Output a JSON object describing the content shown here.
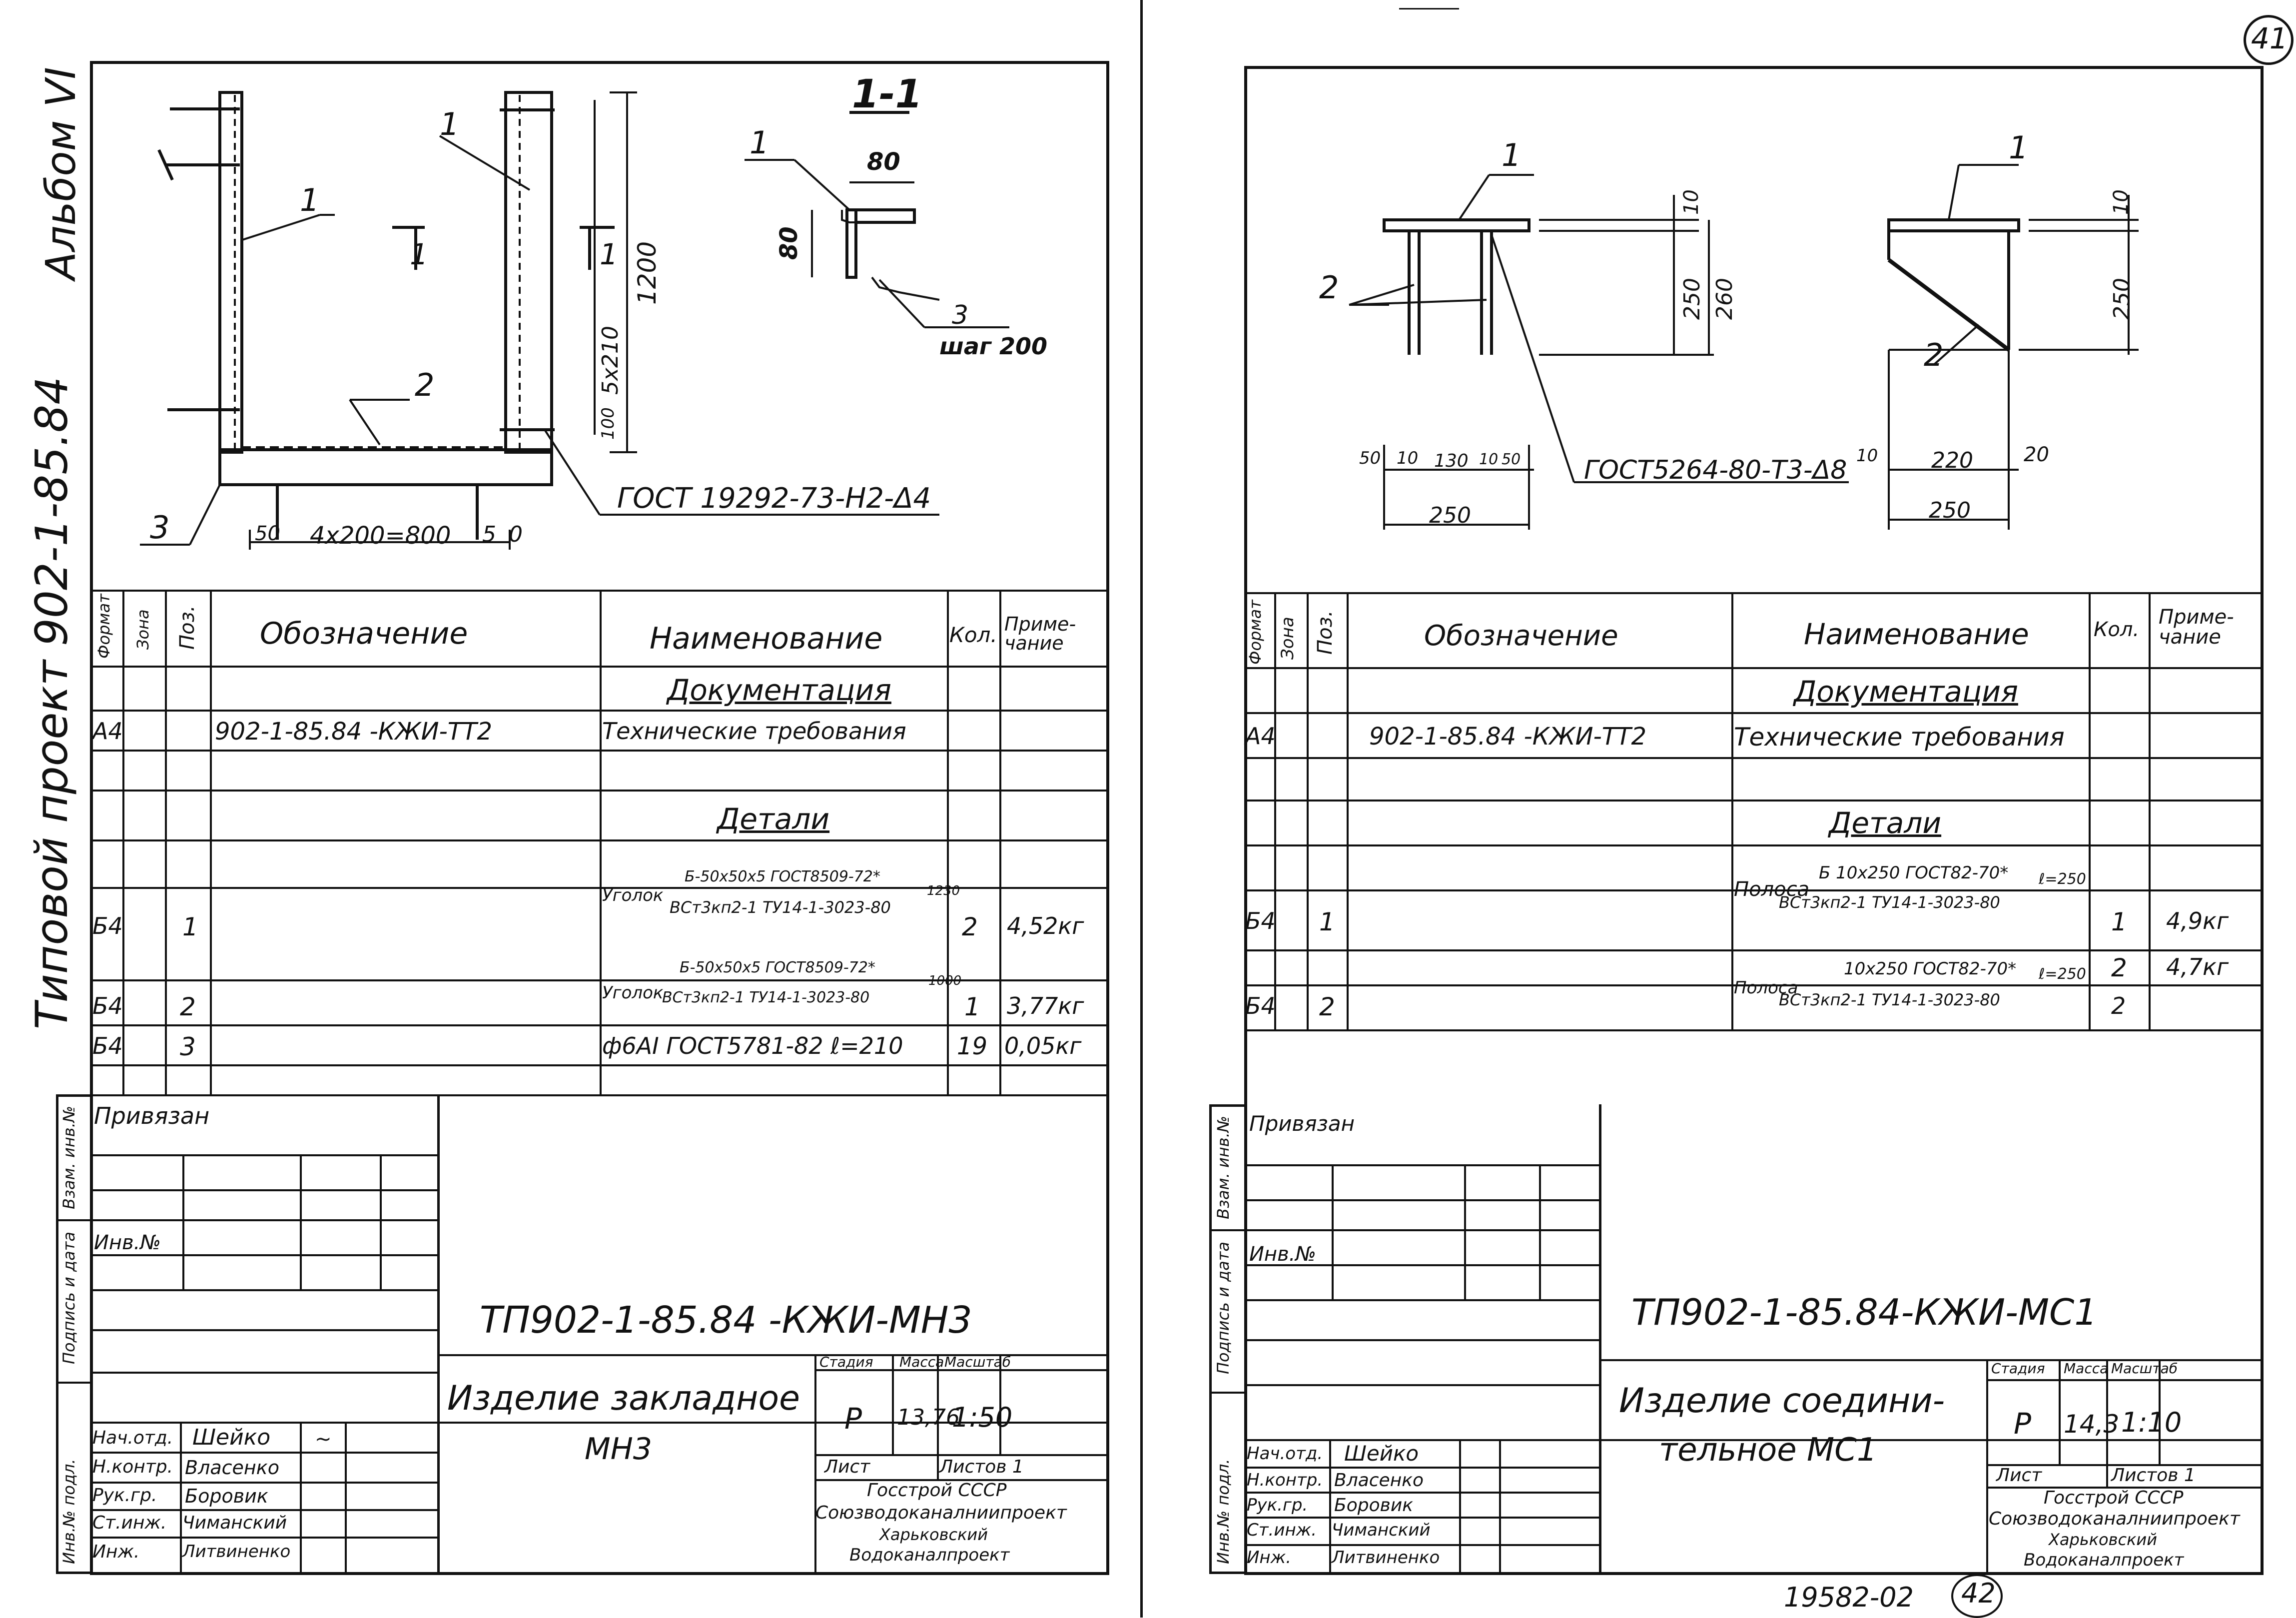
{
  "page": {
    "corner_number": "41",
    "bottom_code": "19582-02",
    "bottom_number": "42",
    "side_label_album": "Альбом VI",
    "side_label_project": "Типовой проект 902-1-85.84"
  },
  "left": {
    "drawing": {
      "section_label": "1-1",
      "labels": {
        "pos1a": "1",
        "pos1b": "1",
        "pos1c": "1",
        "pos2": "2",
        "pos3": "3",
        "pos3s": "3",
        "cut_left": "1",
        "cut_right": "1"
      },
      "dims": {
        "height_1200": "1200",
        "spacing_5x210": "5x210",
        "d100": "100",
        "bottom_50": "50",
        "bottom_run": "4x200=800",
        "bottom_5": "5",
        "bottom_0": "0",
        "sec_80w": "80",
        "sec_80h": "80",
        "step": "шаг 200"
      },
      "weld_note": "ГОСТ 19292-73-Н2-Δ4"
    },
    "spec": {
      "headers": {
        "format": "Формат",
        "zone": "Зона",
        "pos": "Поз.",
        "designation": "Обозначение",
        "name": "Наименование",
        "qty": "Кол.",
        "note": "Приме-чание"
      },
      "section_docs": "Документация",
      "section_parts": "Детали",
      "rows": [
        {
          "format": "А4",
          "designation": "902-1-85.84 -КЖИ-ТТ2",
          "name": "Технические требования"
        },
        {
          "format": "Б4",
          "pos": "1",
          "name_a": "Уголок",
          "name_b": "Б-50х50х5 ГОСТ8509-72*",
          "name_c": "ВСт3кп2-1 ТУ14-1-3023-80",
          "name_len": "1230",
          "qty": "2",
          "note": "4,52кг"
        },
        {
          "format": "Б4",
          "pos": "2",
          "name_a": "Уголок",
          "name_b": "Б-50х50х5 ГОСТ8509-72*",
          "name_c": "ВСт3кп2-1 ТУ14-1-3023-80",
          "name_len": "1000",
          "qty": "1",
          "note": "3,77кг"
        },
        {
          "format": "Б4",
          "pos": "3",
          "name": "ф6АI ГОСТ5781-82 ℓ=210",
          "qty": "19",
          "note": "0,05кг"
        }
      ]
    },
    "stamp": {
      "side_labels": [
        "Инв.№ подл.",
        "Подпись и дата",
        "Взам. инв.№"
      ],
      "privyazan": "Привязан",
      "inv": "Инв.№",
      "code": "ТП902-1-85.84 -КЖИ-МН3",
      "title1": "Изделие закладное",
      "title2": "МН3",
      "stage_h": "Стадия",
      "mass_h": "Масса",
      "scale_h": "Масштаб",
      "stage": "Р",
      "mass": "13,76",
      "scale": "1:50",
      "sheet": "Лист",
      "sheets": "Листов 1",
      "org1": "Госстрой СССР",
      "org2": "Союзводоканалниипроект",
      "org3": "Харьковский",
      "org4": "Водоканалпроект",
      "people": [
        {
          "role": "Нач.отд.",
          "name": "Шейко"
        },
        {
          "role": "Н.контр.",
          "name": "Власенко"
        },
        {
          "role": "Рук.гр.",
          "name": "Боровик"
        },
        {
          "role": "Ст.инж.",
          "name": "Чиманский"
        },
        {
          "role": "Инж.",
          "name": "Литвиненко"
        }
      ]
    }
  },
  "right": {
    "drawing": {
      "labels": {
        "pos1a": "1",
        "pos1b": "1",
        "pos2a": "2",
        "pos2b": "2"
      },
      "dims": {
        "d10a": "10",
        "d250a": "250",
        "d260": "260",
        "d10b": "10",
        "d250b": "250",
        "b50": "50",
        "b10a": "10",
        "b130": "130",
        "b10b": "10",
        "b50b": "50",
        "b250": "250",
        "c10": "10",
        "c220": "220",
        "c20": "20",
        "c250": "250"
      },
      "weld_note": "ГОСТ5264-80-Т3-Δ8"
    },
    "spec": {
      "headers": {
        "format": "Формат",
        "zone": "Зона",
        "pos": "Поз.",
        "designation": "Обозначение",
        "name": "Наименование",
        "qty": "Кол.",
        "note": "Приме-чание"
      },
      "section_docs": "Документация",
      "section_parts": "Детали",
      "rows": [
        {
          "format": "А4",
          "designation": "902-1-85.84 -КЖИ-ТТ2",
          "name": "Технические требования"
        },
        {
          "format": "Б4",
          "pos": "1",
          "name_a": "Полоса",
          "name_b": "Б 10х250 ГОСТ82-70*",
          "name_c": "ВСт3кп2-1 ТУ14-1-3023-80",
          "name_len": "ℓ=250",
          "qty": "1",
          "note": "4,9кг"
        },
        {
          "format": "Б4",
          "pos": "2",
          "name_a": "Полоса",
          "name_b": "10х250 ГОСТ82-70*",
          "name_c": "ВСт3кп2-1 ТУ14-1-3023-80",
          "name_len": "ℓ=250",
          "qty": "2",
          "note": "4,7кг",
          "qty2": "2"
        }
      ]
    },
    "stamp": {
      "side_labels": [
        "Инв.№ подл.",
        "Подпись и дата",
        "Взам. инв.№"
      ],
      "privyazan": "Привязан",
      "inv": "Инв.№",
      "code": "ТП902-1-85.84-КЖИ-МС1",
      "title1": "Изделие соедини-",
      "title2": "тельное МС1",
      "stage_h": "Стадия",
      "mass_h": "Масса",
      "scale_h": "Масштаб",
      "stage": "Р",
      "mass": "14,3",
      "scale": "1:10",
      "sheet": "Лист",
      "sheets": "Листов 1",
      "org1": "Госстрой СССР",
      "org2": "Союзводоканалниипроект",
      "org3": "Харьковский",
      "org4": "Водоканалпроект",
      "people": [
        {
          "role": "Нач.отд.",
          "name": "Шейко"
        },
        {
          "role": "Н.контр.",
          "name": "Власенко"
        },
        {
          "role": "Рук.гр.",
          "name": "Боровик"
        },
        {
          "role": "Ст.инж.",
          "name": "Чиманский"
        },
        {
          "role": "Инж.",
          "name": "Литвиненко"
        }
      ]
    }
  }
}
